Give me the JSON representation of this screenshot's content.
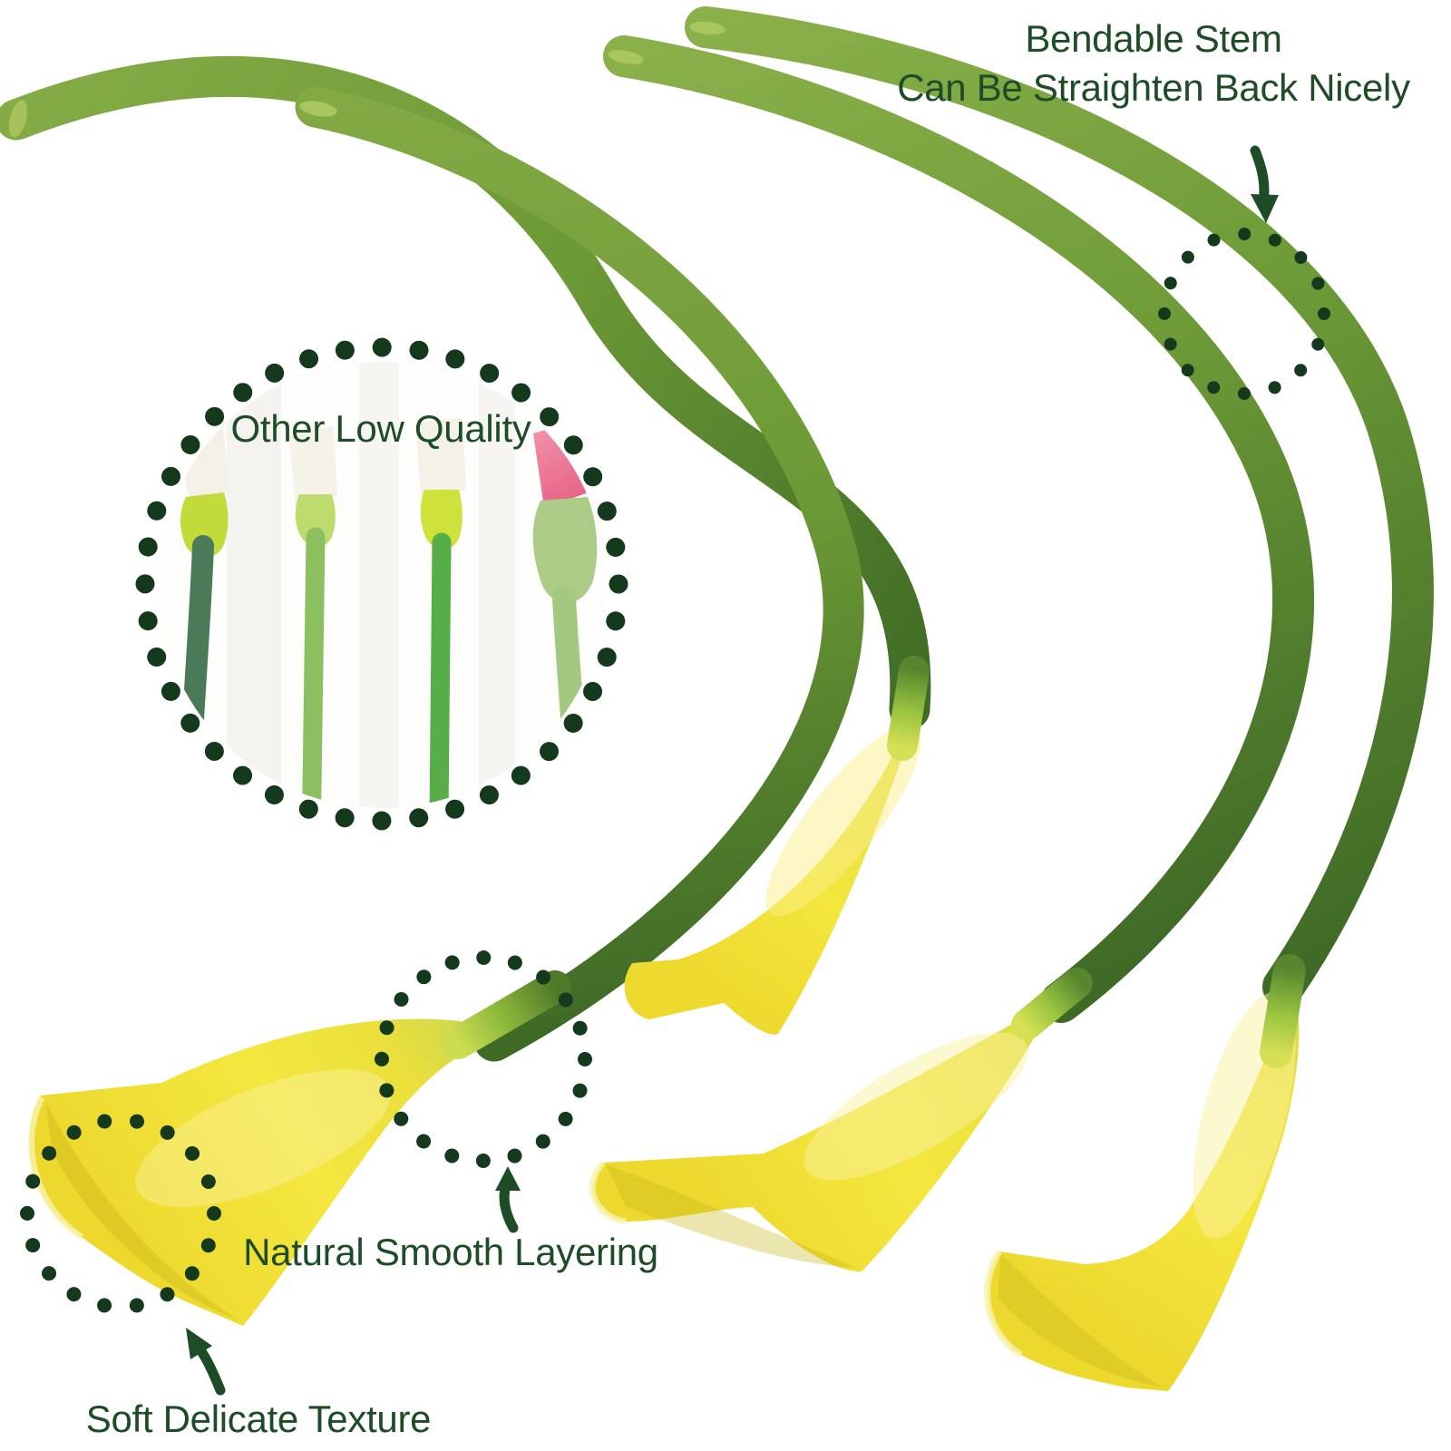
{
  "labels": {
    "bendable_line1": "Bendable Stem",
    "bendable_line2": "Can Be Straighten Back Nicely",
    "inset": "Other Low Quality",
    "layering": "Natural Smooth Layering",
    "texture": "Soft Delicate Texture"
  },
  "colors": {
    "background": "#ffffff",
    "annotation_text": "#1e4c26",
    "dotted_circle": "#14391c",
    "arrow": "#1e4c26",
    "stem_green_light": "#86ad47",
    "stem_green_mid": "#6f9c38",
    "stem_green_dark": "#3f6a26",
    "flower_yellow": "#f2e43a",
    "flower_shadow": "#c7b418",
    "flower_highlight": "#faf2a0",
    "junction_green": "#8db93c",
    "inset_low_quality_pink": "#e45c80",
    "inset_background": "#fdfdfc"
  }
}
